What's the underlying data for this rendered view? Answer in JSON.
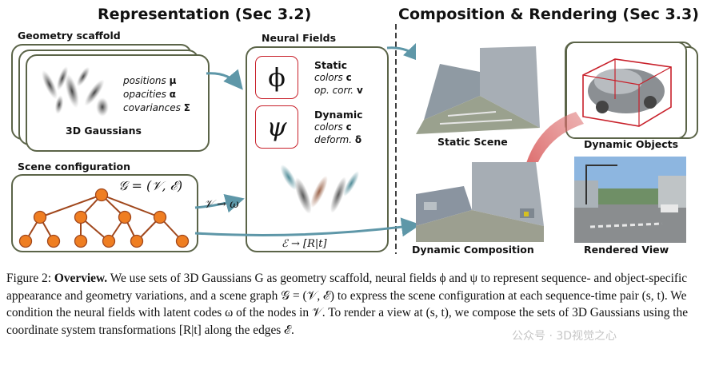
{
  "headers": {
    "left": "Representation (Sec 3.2)",
    "right": "Composition & Rendering (Sec 3.3)"
  },
  "geometry": {
    "title": "Geometry scaffold",
    "line1": "positions",
    "line1_sym": "μ",
    "line2": "opacities",
    "line2_sym": "α",
    "line3": "covariances",
    "line3_sym": "Σ",
    "name": "3D Gaussians"
  },
  "scene_config": {
    "title": "Scene  configuration",
    "graph": "𝒢 = (𝒱, ℰ)"
  },
  "neural_fields": {
    "title": "Neural Fields",
    "phi": "ϕ",
    "psi": "ψ",
    "static": {
      "title": "Static",
      "l1": "colors",
      "s1": "c",
      "l2": "op. corr.",
      "s2": "v"
    },
    "dynamic": {
      "title": "Dynamic",
      "l1": "colors",
      "s1": "c",
      "l2": "deform.",
      "s2": "δ"
    }
  },
  "arrows": {
    "v_to_omega": "𝒱 → ω",
    "e_to_rt": "ℰ → [R|t]"
  },
  "images": {
    "static_scene": "Static Scene",
    "dynamic_objects": "Dynamic Objects",
    "dynamic_composition": "Dynamic Composition",
    "rendered_view": "Rendered View"
  },
  "caption": {
    "label": "Figure 2:",
    "bold": "Overview.",
    "text": "We use sets of 3D Gaussians G as geometry scaffold, neural fields ϕ and ψ to represent sequence- and object-specific appearance and geometry variations, and a scene graph 𝒢 = (𝒱, ℰ) to express the scene configuration at each sequence-time pair (s, t). We condition the neural fields with latent codes ω of the nodes in 𝒱. To render a view at (s, t), we compose the sets of 3D Gaussians using the coordinate system transformations [R|t] along the edges ℰ."
  },
  "watermark": "公众号 · 3D视觉之心",
  "colors": {
    "node": "#ef7e22",
    "edge": "#a0471c",
    "card_border": "#5b6448",
    "arrow": "#5e97a8",
    "red_box": "#c8202a"
  }
}
